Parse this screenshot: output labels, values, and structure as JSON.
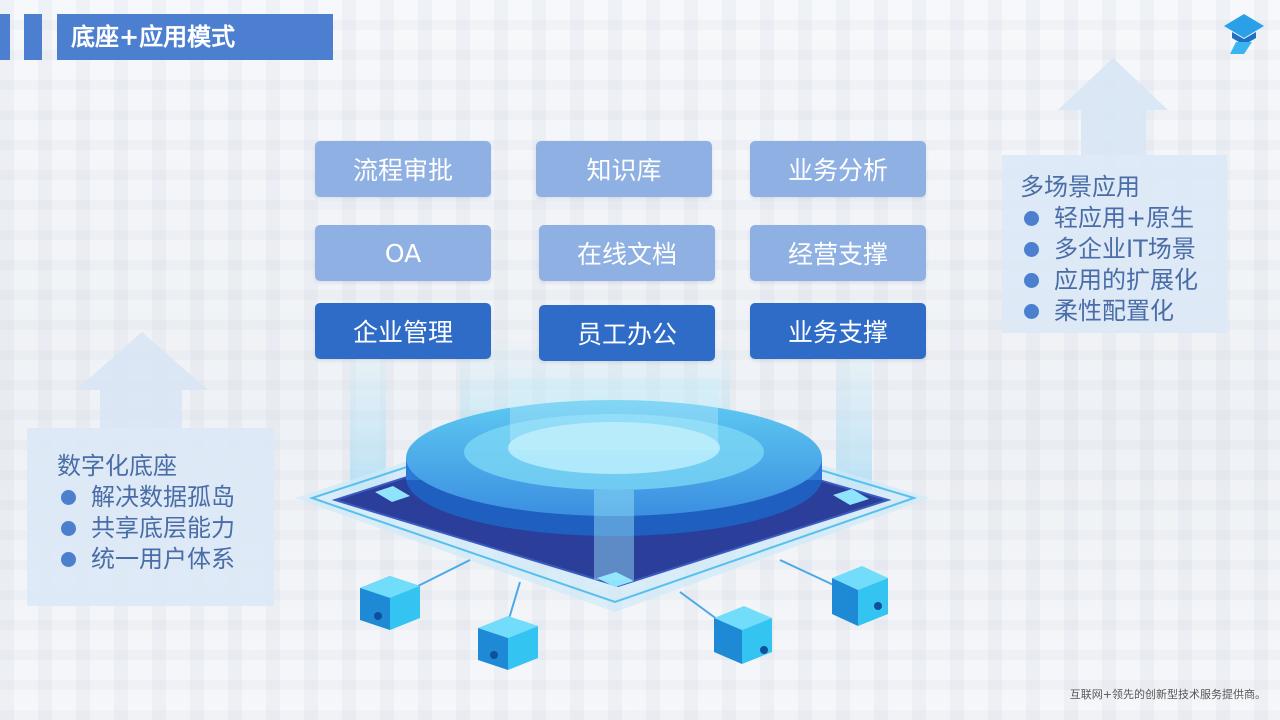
{
  "title": "底座+应用模式",
  "tiles": [
    {
      "label": "流程审批",
      "style": "light"
    },
    {
      "label": "知识库",
      "style": "light"
    },
    {
      "label": "业务分析",
      "style": "light"
    },
    {
      "label": "OA",
      "style": "light"
    },
    {
      "label": "在线文档",
      "style": "light"
    },
    {
      "label": "经营支撑",
      "style": "light"
    },
    {
      "label": "企业管理",
      "style": "dark"
    },
    {
      "label": "员工办公",
      "style": "dark"
    },
    {
      "label": "业务支撑",
      "style": "dark"
    }
  ],
  "left_box": {
    "title": "数字化底座",
    "items": [
      "解决数据孤岛",
      "共享底层能力",
      "统一用户体系"
    ]
  },
  "right_box": {
    "title": "多场景应用",
    "items": [
      "轻应用+原生",
      "多企业IT场景",
      "应用的扩展化",
      "柔性配置化"
    ]
  },
  "footer": "互联网+领先的创新型技术服务提供商。",
  "icons": [
    "logo-icon",
    "up-arrow-icon",
    "platform-illustration"
  ],
  "colors": {
    "accent": "#4d7fd0",
    "tile_light": "#8fb0e2",
    "tile_dark": "#2f6cc8",
    "text_blue": "#4a6da8"
  }
}
